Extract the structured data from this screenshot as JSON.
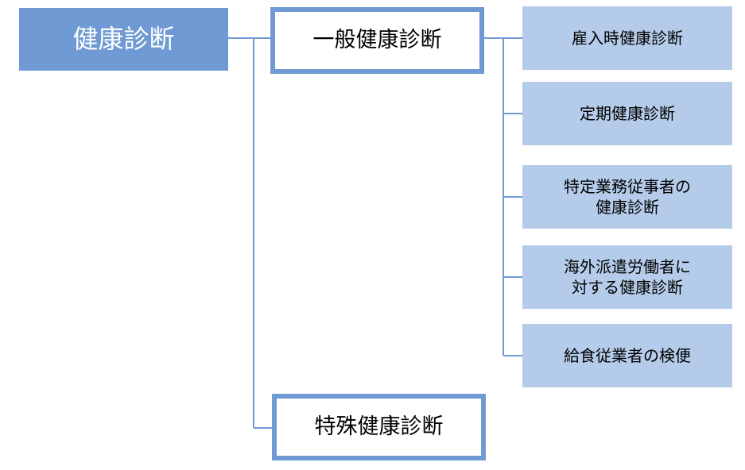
{
  "diagram": {
    "root": {
      "label": "健康診断"
    },
    "general": {
      "label": "一般健康診断"
    },
    "special": {
      "label": "特殊健康診断"
    },
    "general_children": [
      {
        "label": "雇入時健康診断"
      },
      {
        "label": "定期健康診断"
      },
      {
        "label": "特定業務従事者の\n健康診断"
      },
      {
        "label": "海外派遣労働者に\n対する健康診断"
      },
      {
        "label": "給食従業者の検便"
      }
    ]
  },
  "colors": {
    "root_fill": "#6f9ad4",
    "border": "#6f9ad4",
    "leaf_fill": "#b4ccea",
    "connector": "#6f9ad4"
  }
}
